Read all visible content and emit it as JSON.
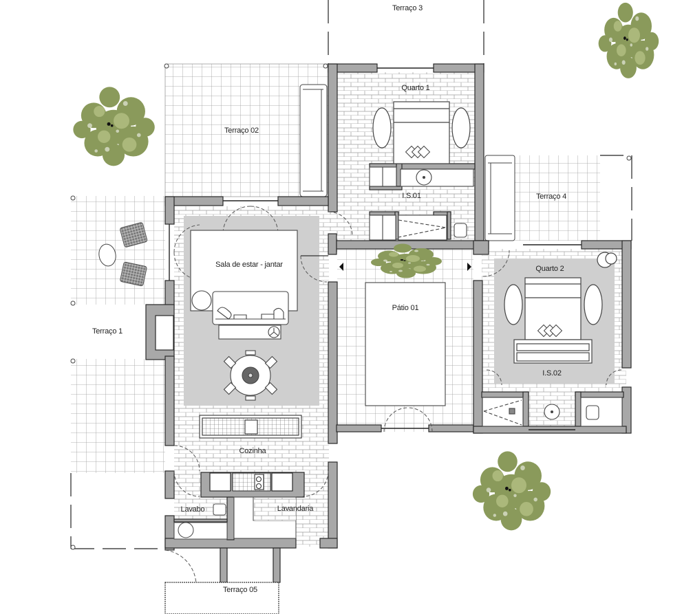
{
  "plan": {
    "type": "architectural floor plan",
    "colors": {
      "wall": "#a8a8a8",
      "wall_stroke": "#2a2a2a",
      "rug": "#cfcfcf",
      "tile_line": "#9a9a9a",
      "tree_green": "#8a9a5b",
      "tree_dark": "#6b7d3e"
    },
    "rooms": [
      {
        "id": "terraco-3",
        "label": "Terraço 3"
      },
      {
        "id": "terraco-02",
        "label": "Terraço 02"
      },
      {
        "id": "quarto-1",
        "label": "Quarto 1"
      },
      {
        "id": "is-01",
        "label": "I.S.01"
      },
      {
        "id": "terraco-4",
        "label": "Terraço 4"
      },
      {
        "id": "sala",
        "label": "Sala de estar - jantar"
      },
      {
        "id": "patio-01",
        "label": "Pátio 01"
      },
      {
        "id": "quarto-2",
        "label": "Quarto 2"
      },
      {
        "id": "is-02",
        "label": "I.S.02"
      },
      {
        "id": "terraco-1",
        "label": "Terraço 1"
      },
      {
        "id": "cozinha",
        "label": "Cozinha"
      },
      {
        "id": "lavabo",
        "label": "Lavabo"
      },
      {
        "id": "lavandaria",
        "label": "Lavandaria"
      },
      {
        "id": "terraco-05",
        "label": "Terraço 05"
      }
    ]
  }
}
